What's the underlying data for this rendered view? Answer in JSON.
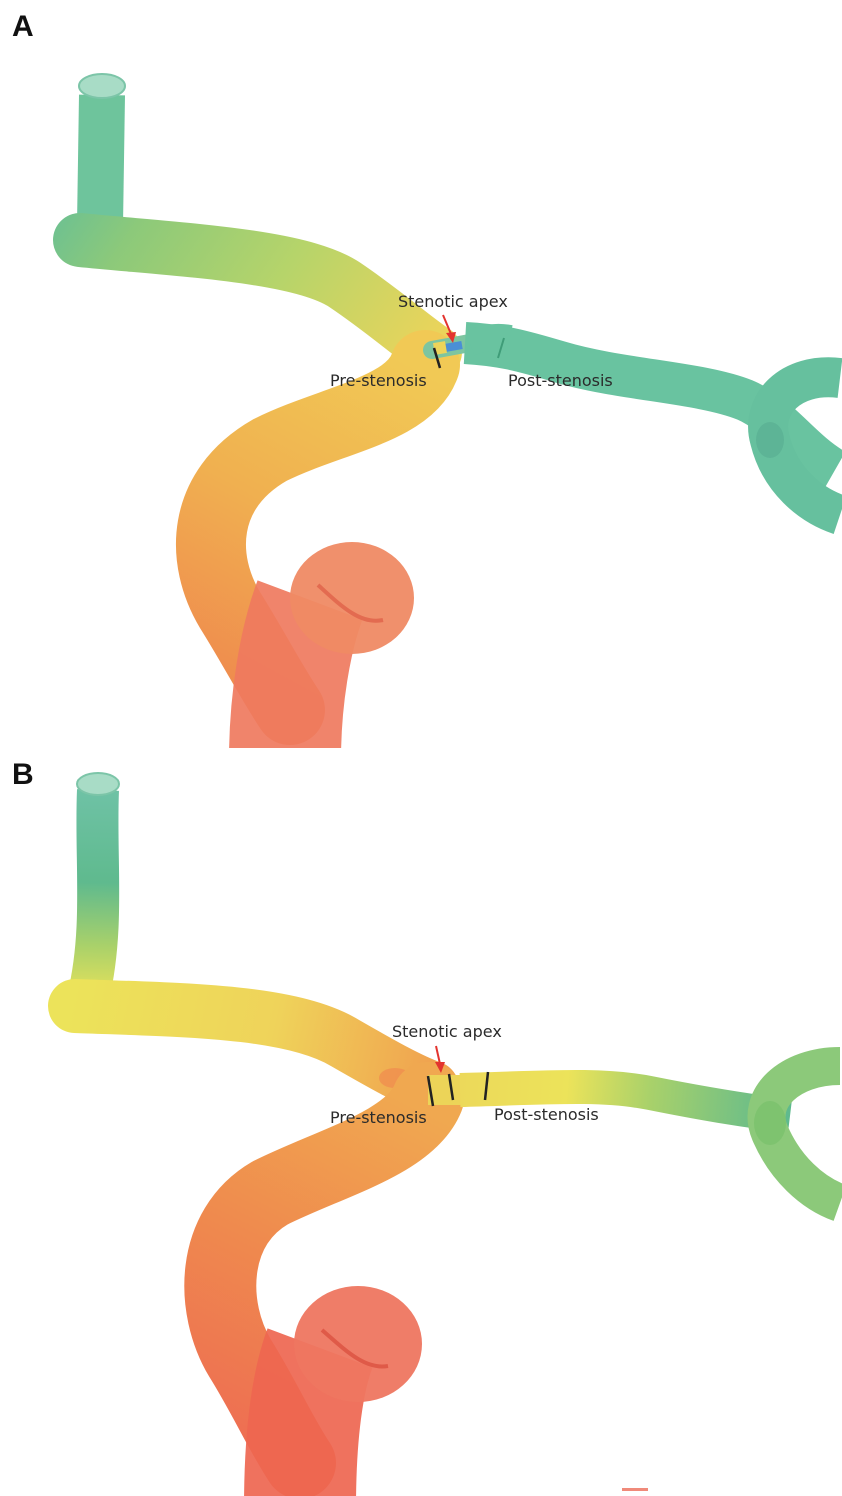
{
  "panels": [
    {
      "letter": "A",
      "apex_label": "Stenotic apex",
      "pre_label": "Pre-stenosis",
      "post_label": "Post-stenosis"
    },
    {
      "letter": "B",
      "apex_label": "Stenotic apex",
      "pre_label": "Pre-stenosis",
      "post_label": "Post-stenosis"
    }
  ],
  "colors": {
    "red": "#ee6a55",
    "orange": "#f0a04f",
    "yellow": "#ecd755",
    "green": "#a9d16a",
    "teal": "#5fbd9c",
    "blue": "#4a8fd6",
    "arrow": "#e3342f"
  }
}
